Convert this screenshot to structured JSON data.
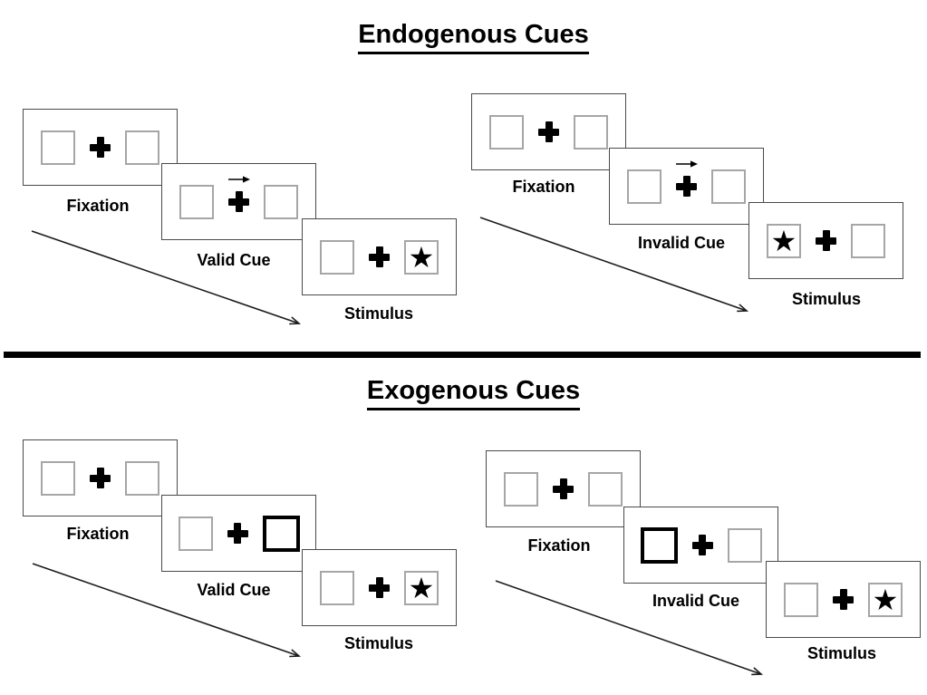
{
  "diagram": {
    "background": "#ffffff",
    "colors": {
      "ink": "#000000",
      "panel_border": "#4a4a4a",
      "placeholder_box_border": "#a6a6a6",
      "cue_highlight_border": "#000000"
    },
    "icons": {
      "star": "★",
      "fixation_cross": "plus-shape",
      "cue_arrow_direction": "right"
    },
    "sections": [
      {
        "title": "Endogenous Cues",
        "sequences": [
          {
            "name": "valid",
            "panels": [
              {
                "label": "Fixation"
              },
              {
                "label": "Valid Cue"
              },
              {
                "label": "Stimulus"
              }
            ]
          },
          {
            "name": "invalid",
            "panels": [
              {
                "label": "Fixation"
              },
              {
                "label": "Invalid Cue"
              },
              {
                "label": "Stimulus"
              }
            ]
          }
        ]
      },
      {
        "title": "Exogenous Cues",
        "sequences": [
          {
            "name": "valid",
            "panels": [
              {
                "label": "Fixation"
              },
              {
                "label": "Valid Cue"
              },
              {
                "label": "Stimulus"
              }
            ]
          },
          {
            "name": "invalid",
            "panels": [
              {
                "label": "Fixation"
              },
              {
                "label": "Invalid Cue"
              },
              {
                "label": "Stimulus"
              }
            ]
          }
        ]
      }
    ]
  }
}
